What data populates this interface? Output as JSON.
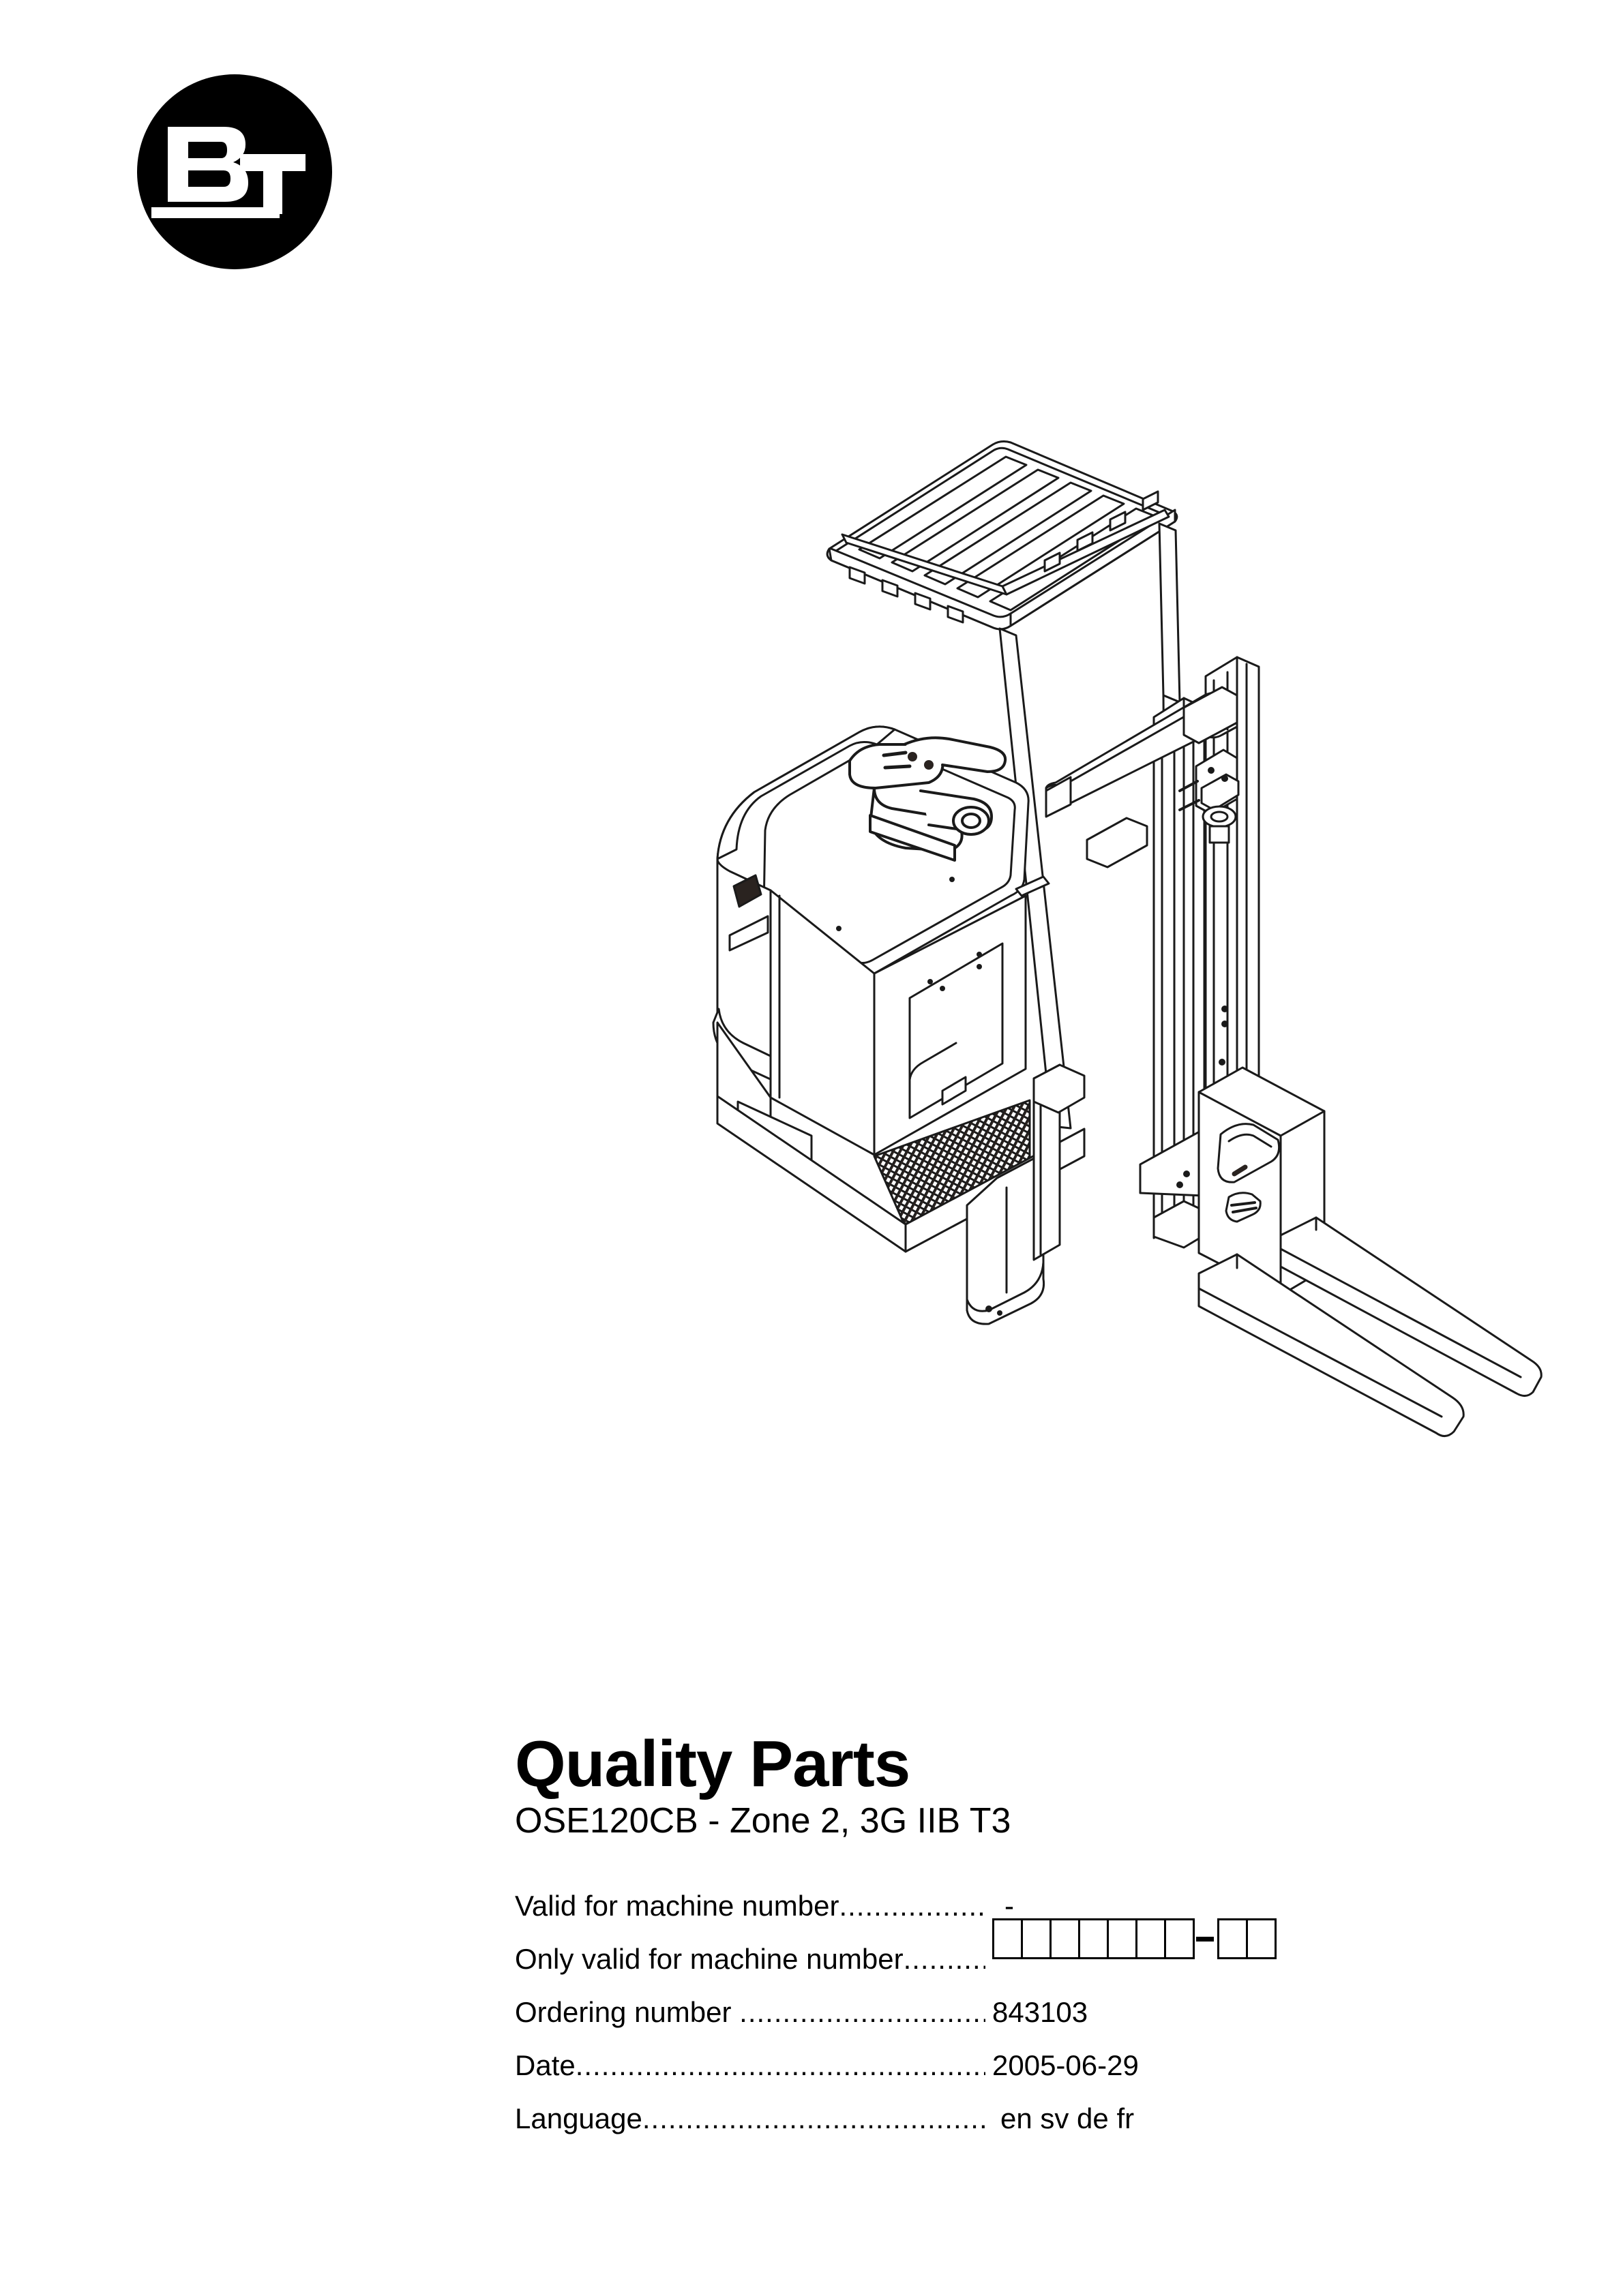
{
  "document": {
    "brand": "BT",
    "logo_icon": "bt-logo-icon",
    "title": "Quality Parts",
    "subtitle": "OSE120CB - Zone 2, 3G IIB T3"
  },
  "illustration": {
    "icon": "reach-truck-forklift-illustration",
    "alt": "Isometric line drawing of a BT electric reach truck with overhead guard, mast and forks"
  },
  "fields": [
    {
      "label": "Valid for machine number",
      "leader": ".....................",
      "value": "-",
      "type": "text"
    },
    {
      "label": "Only valid for machine number",
      "leader": "............",
      "value": "",
      "type": "boxes"
    },
    {
      "label": "Ordering number ",
      "leader": "................................",
      "value": "843103",
      "type": "text"
    },
    {
      "label": "Date",
      "leader": "....................................................",
      "value": "2005-06-29",
      "type": "text"
    },
    {
      "label": "Language",
      "leader": "...........................................",
      "value": "en sv de fr",
      "type": "text"
    }
  ],
  "machine_number_boxes": {
    "prefix_count": 7,
    "separator": "-",
    "suffix_count": 2
  },
  "colors": {
    "ink": "#000000",
    "paper": "#ffffff",
    "line": "#1a1a1a"
  }
}
